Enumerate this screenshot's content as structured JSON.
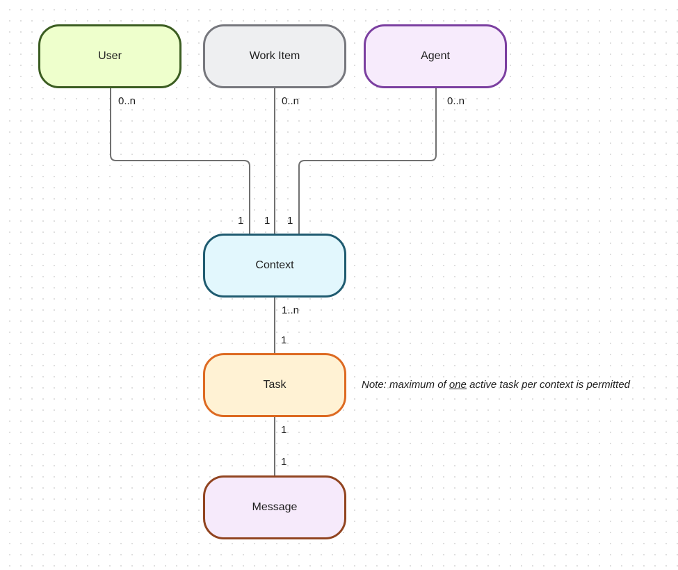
{
  "entities": {
    "user": {
      "label": "User",
      "fill": "#eeffcc",
      "stroke": "#3b5d21"
    },
    "work_item": {
      "label": "Work Item",
      "fill": "#eeeff1",
      "stroke": "#76777d"
    },
    "agent": {
      "label": "Agent",
      "fill": "#f7ebfc",
      "stroke": "#7b3fa0"
    },
    "context": {
      "label": "Context",
      "fill": "#e2f7fd",
      "stroke": "#1f5b70"
    },
    "task": {
      "label": "Task",
      "fill": "#fff2d4",
      "stroke": "#dd6a22"
    },
    "message": {
      "label": "Message",
      "fill": "#f6eafb",
      "stroke": "#914420"
    }
  },
  "relationships": {
    "user_context": {
      "from_cardinality": "0..n",
      "to_cardinality": "1"
    },
    "work_item_context": {
      "from_cardinality": "0..n",
      "to_cardinality": "1"
    },
    "agent_context": {
      "from_cardinality": "0..n",
      "to_cardinality": "1"
    },
    "context_task": {
      "from_cardinality": "1..n",
      "to_cardinality": "1"
    },
    "task_message": {
      "from_cardinality": "1",
      "to_cardinality": "1"
    }
  },
  "note": {
    "prefix": "Note: maximum of ",
    "emphasis": "one",
    "suffix": " active task per context is permitted"
  },
  "colors": {
    "connector": "#707070",
    "dot_grid": "#dcdcdc"
  }
}
